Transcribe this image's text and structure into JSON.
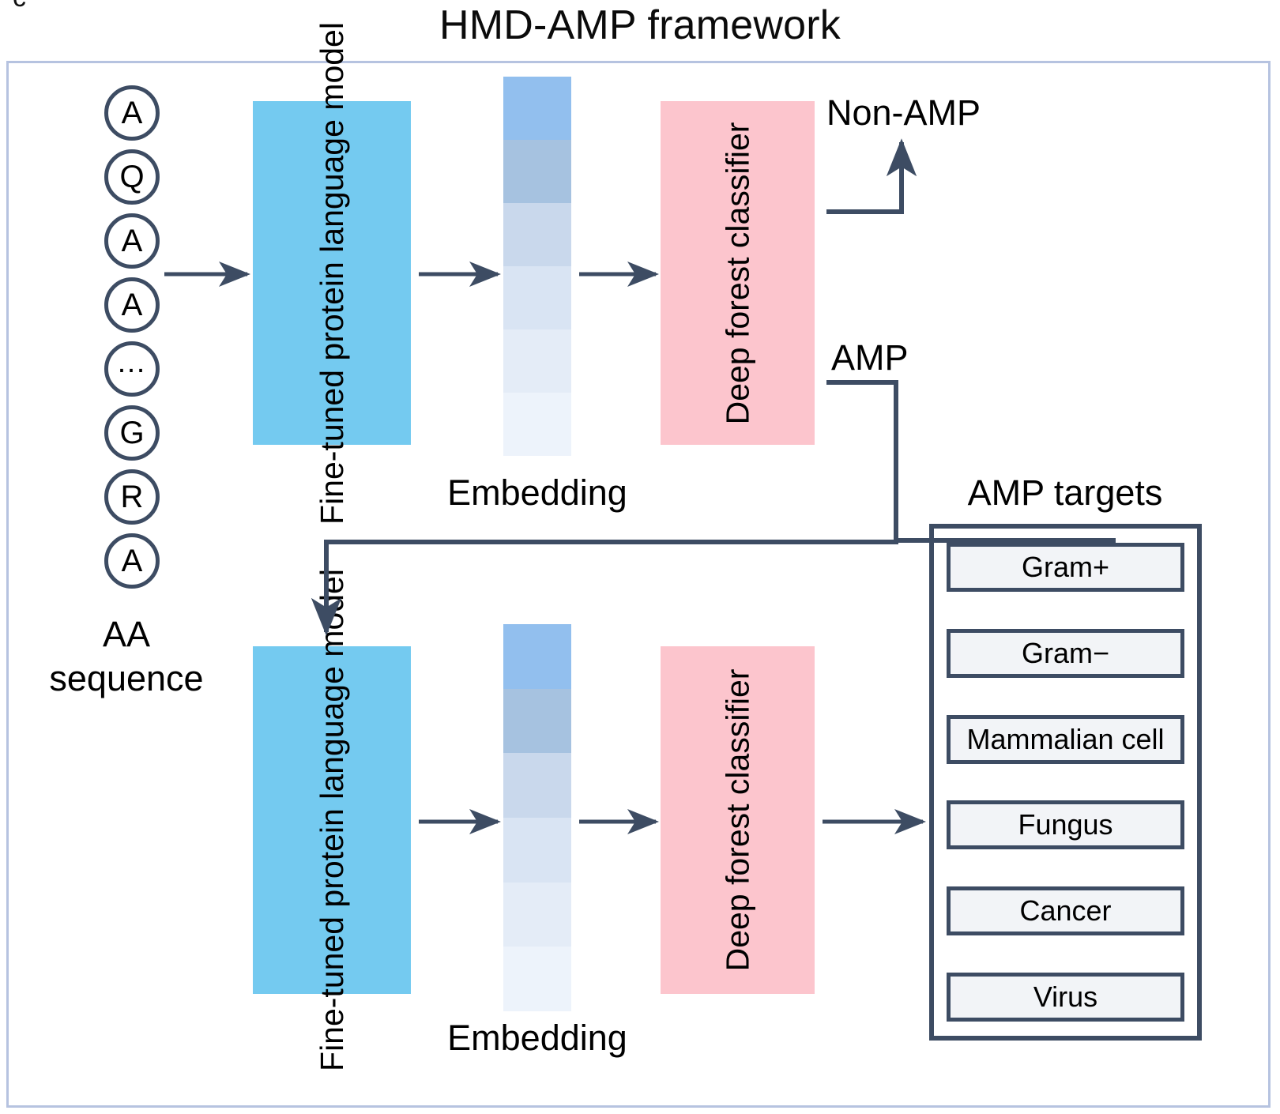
{
  "figure": {
    "tag": "c",
    "title": "HMD-AMP framework"
  },
  "input": {
    "sequence": [
      "A",
      "Q",
      "A",
      "A",
      "…",
      "G",
      "R",
      "A"
    ],
    "caption_line1": "AA",
    "caption_line2": "sequence"
  },
  "stage1": {
    "model_block": "Fine-tuned protein language model",
    "embedding_label": "Embedding",
    "classifier_block": "Deep forest classifier",
    "output_negative": "Non-AMP",
    "output_positive": "AMP"
  },
  "stage2": {
    "model_block": "Fine-tuned protein language model",
    "embedding_label": "Embedding",
    "classifier_block": "Deep forest classifier"
  },
  "targets": {
    "title": "AMP targets",
    "items": [
      {
        "label": "Gram+"
      },
      {
        "label": "Gram−"
      },
      {
        "label": "Mammalian cell"
      },
      {
        "label": "Fungus"
      },
      {
        "label": "Cancer"
      },
      {
        "label": "Virus"
      }
    ]
  },
  "embedding_bar": {
    "segment_colors": [
      "#92bfee",
      "#a6c2e0",
      "#c9d8ec",
      "#d9e4f3",
      "#e4ecf7",
      "#edf3fb"
    ]
  },
  "colors": {
    "language_model_block": "#74caf0",
    "classifier_block": "#fcc5cd",
    "connector": "#3d4c63",
    "frame_border": "#b6c3e0",
    "target_border": "#3d4c63",
    "target_fill": "#f2f4f7"
  }
}
